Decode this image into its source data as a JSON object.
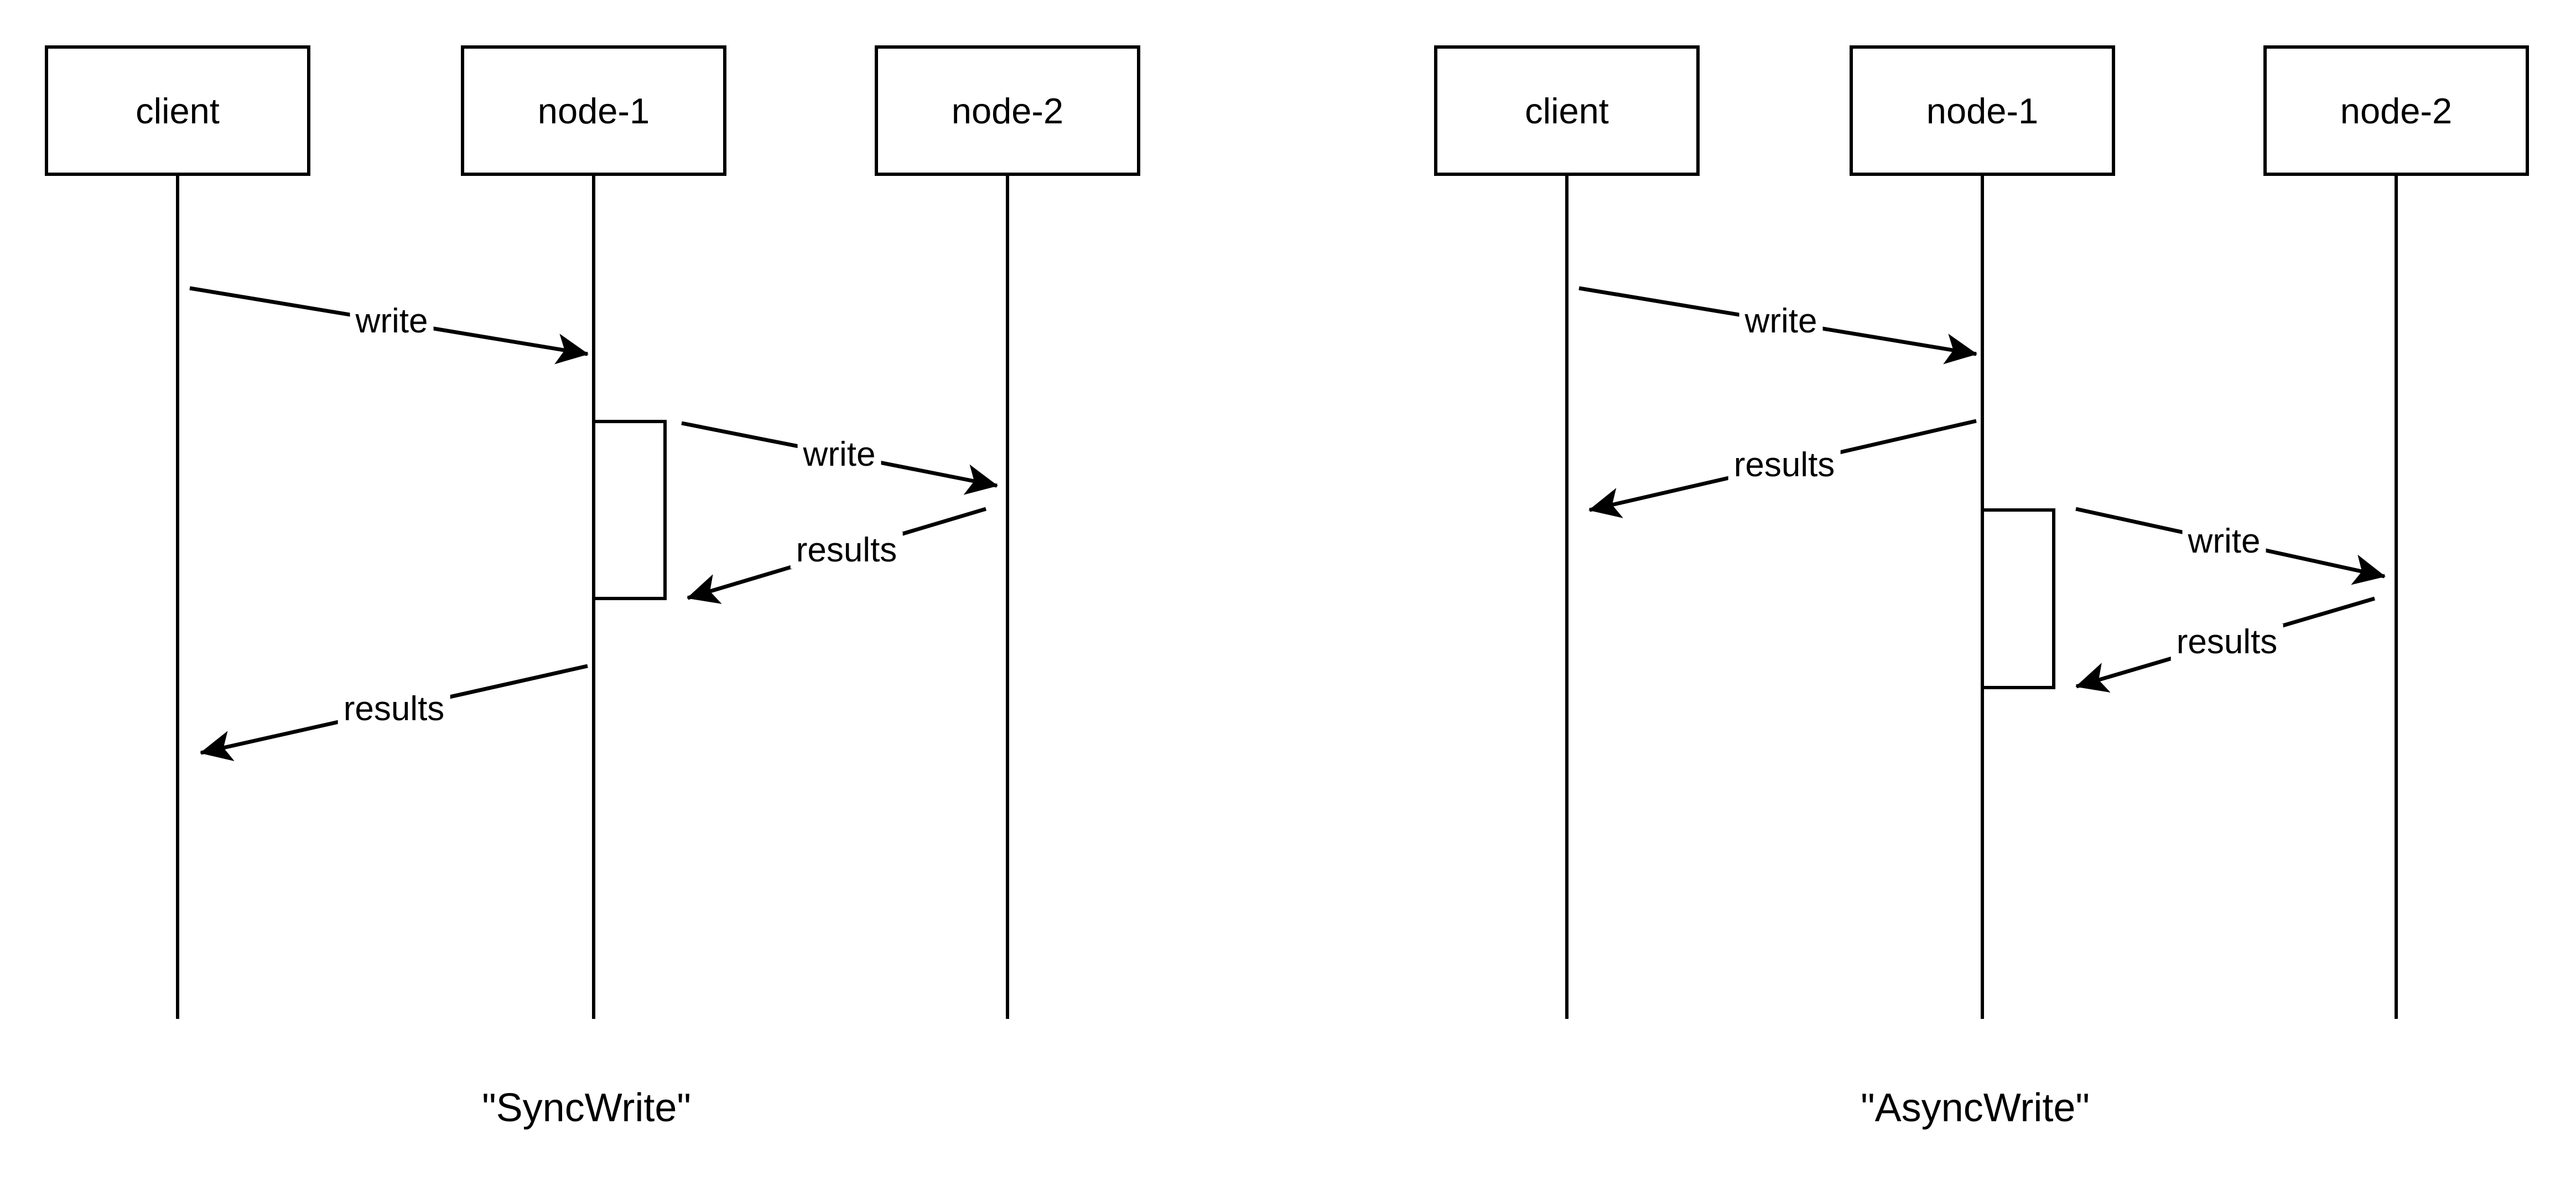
{
  "diagrams": [
    {
      "caption": "\"SyncWrite\"",
      "actors": [
        {
          "label": "client"
        },
        {
          "label": "node-1"
        },
        {
          "label": "node-2"
        }
      ],
      "messages": [
        {
          "label": "write",
          "from": "client",
          "to": "node-1"
        },
        {
          "label": "write",
          "from": "node-1",
          "to": "node-2"
        },
        {
          "label": "results",
          "from": "node-2",
          "to": "node-1"
        },
        {
          "label": "results",
          "from": "node-1",
          "to": "client"
        }
      ]
    },
    {
      "caption": "\"AsyncWrite\"",
      "actors": [
        {
          "label": "client"
        },
        {
          "label": "node-1"
        },
        {
          "label": "node-2"
        }
      ],
      "messages": [
        {
          "label": "write",
          "from": "client",
          "to": "node-1"
        },
        {
          "label": "results",
          "from": "node-1",
          "to": "client"
        },
        {
          "label": "write",
          "from": "node-1",
          "to": "node-2"
        },
        {
          "label": "results",
          "from": "node-2",
          "to": "node-1"
        }
      ]
    }
  ],
  "colors": {
    "line": "#000000",
    "background": "#ffffff"
  }
}
